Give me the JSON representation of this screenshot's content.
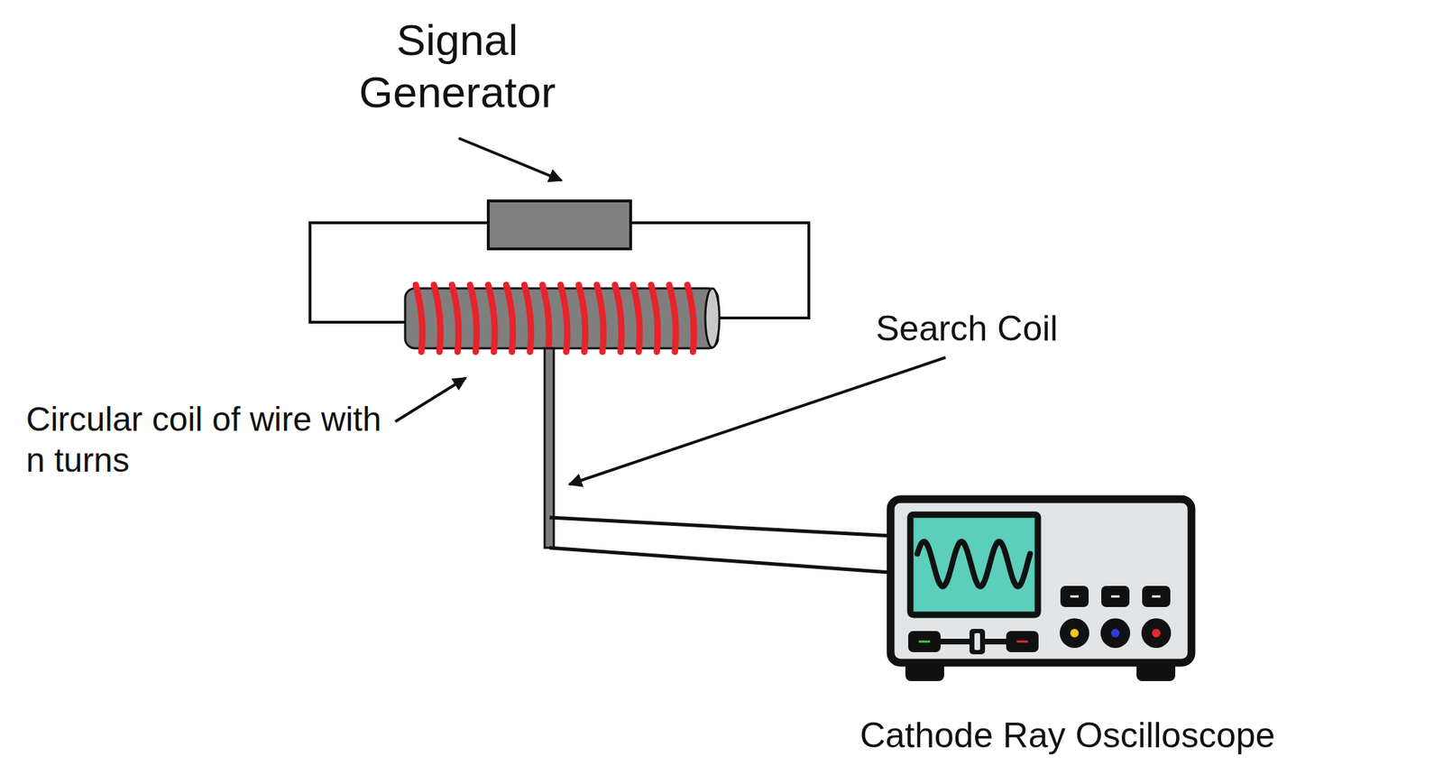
{
  "diagram": {
    "labels": [
      "Signal Generator",
      "Circular coil of wire with n turns",
      "Search Coil",
      "Cathode Ray Oscilloscope"
    ]
  }
}
